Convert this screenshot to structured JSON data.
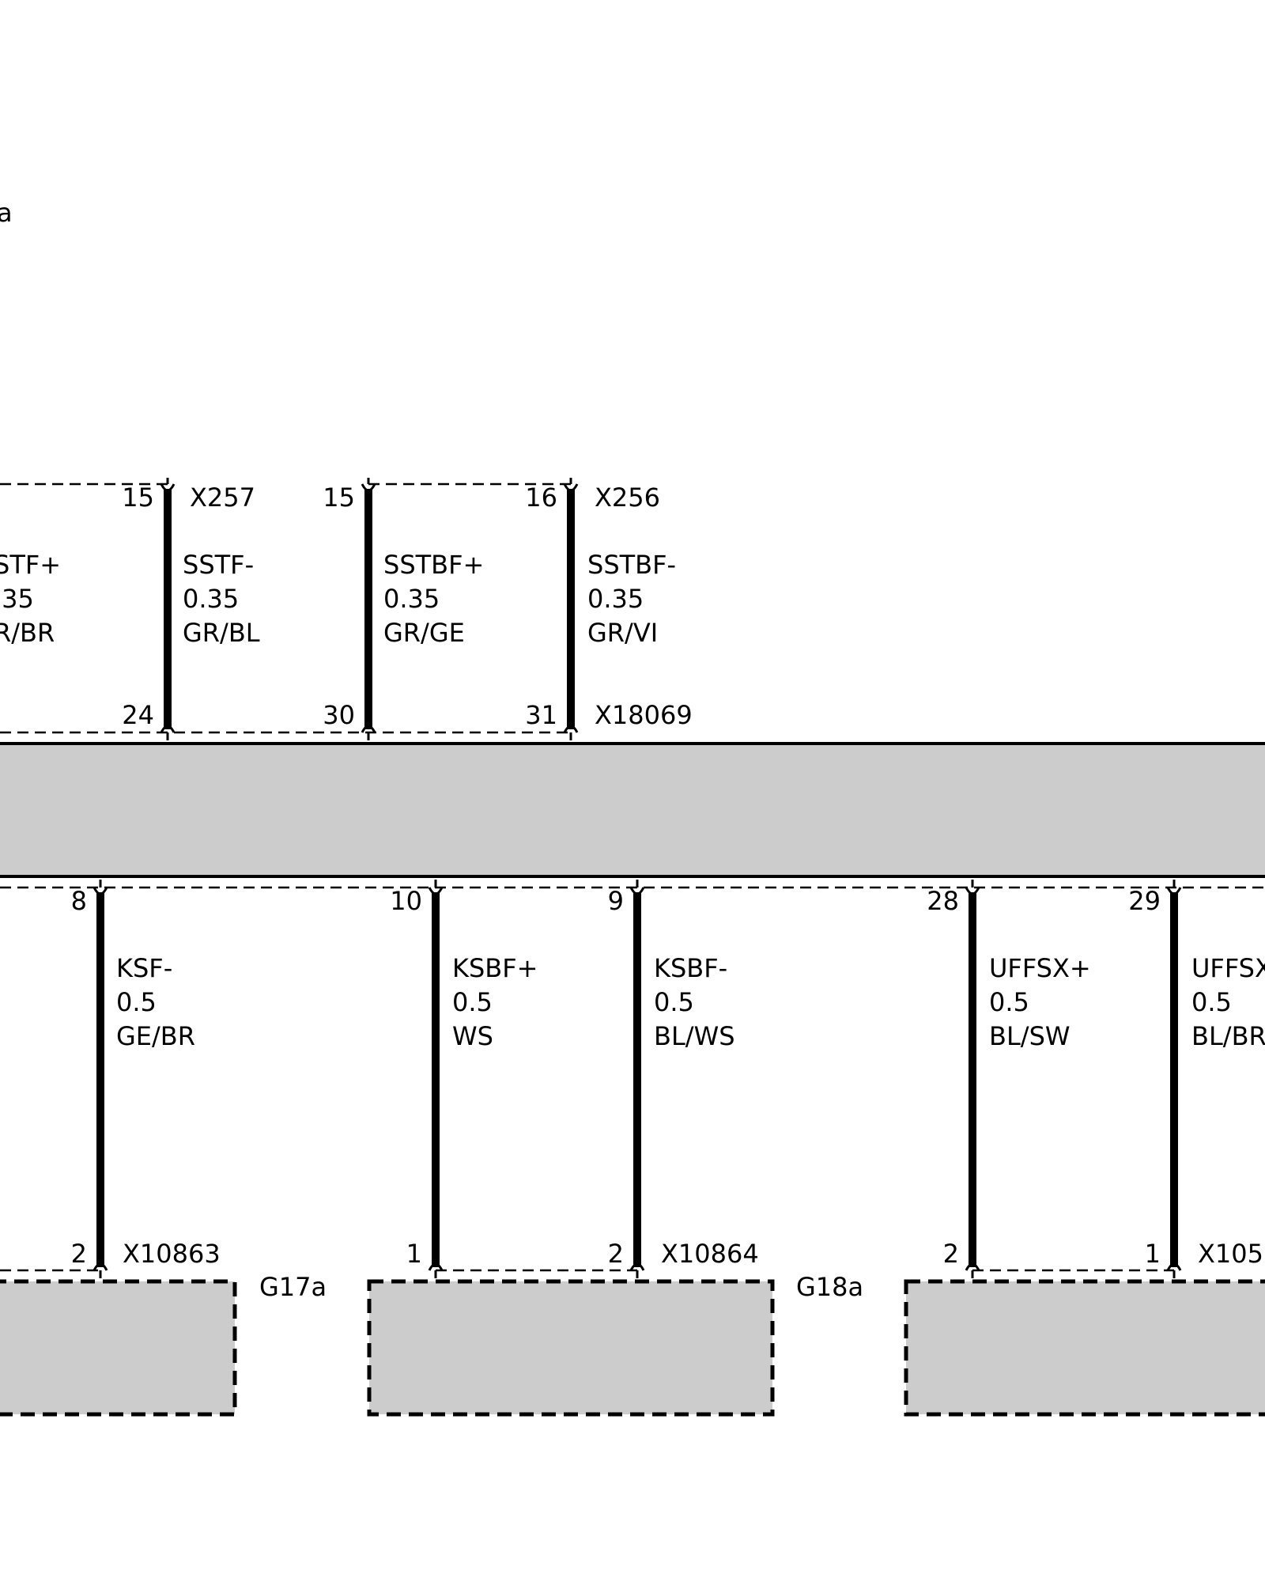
{
  "colors": {
    "wire": "#000000",
    "module_fill": "#cccccc",
    "background": "#ffffff"
  },
  "top_left_fragment": "a",
  "main_module": {},
  "top_connectors": {
    "X257": "X257",
    "X256": "X256",
    "X18069": "X18069"
  },
  "top_wires": [
    {
      "signal": "STF+",
      "gauge": ".35",
      "color": "R/BR",
      "pin_top": "",
      "pin_bottom": ""
    },
    {
      "signal": "SSTF-",
      "gauge": "0.35",
      "color": "GR/BL",
      "pin_top": "15",
      "pin_bottom": "24"
    },
    {
      "signal": "SSTBF+",
      "gauge": "0.35",
      "color": "GR/GE",
      "pin_top": "15",
      "pin_bottom": "30"
    },
    {
      "signal": "SSTBF-",
      "gauge": "0.35",
      "color": "GR/VI",
      "pin_top": "16",
      "pin_bottom": "31"
    }
  ],
  "bottom_wires": [
    {
      "signal": "KSF-",
      "gauge": "0.5",
      "color": "GE/BR",
      "pin_top": "8",
      "pin_bottom": "2"
    },
    {
      "signal": "KSBF+",
      "gauge": "0.5",
      "color": "WS",
      "pin_top": "10",
      "pin_bottom": "1"
    },
    {
      "signal": "KSBF-",
      "gauge": "0.5",
      "color": "BL/WS",
      "pin_top": "9",
      "pin_bottom": "2"
    },
    {
      "signal": "UFFSX+",
      "gauge": "0.5",
      "color": "BL/SW",
      "pin_top": "28",
      "pin_bottom": "2"
    },
    {
      "signal": "UFFSX",
      "gauge": "0.5",
      "color": "BL/BR",
      "pin_top": "29",
      "pin_bottom": "1"
    }
  ],
  "bottom_connectors": {
    "X10863": "X10863",
    "X10864": "X10864",
    "X105": "X105"
  },
  "components": {
    "G17a": "G17a",
    "G18a": "G18a"
  }
}
